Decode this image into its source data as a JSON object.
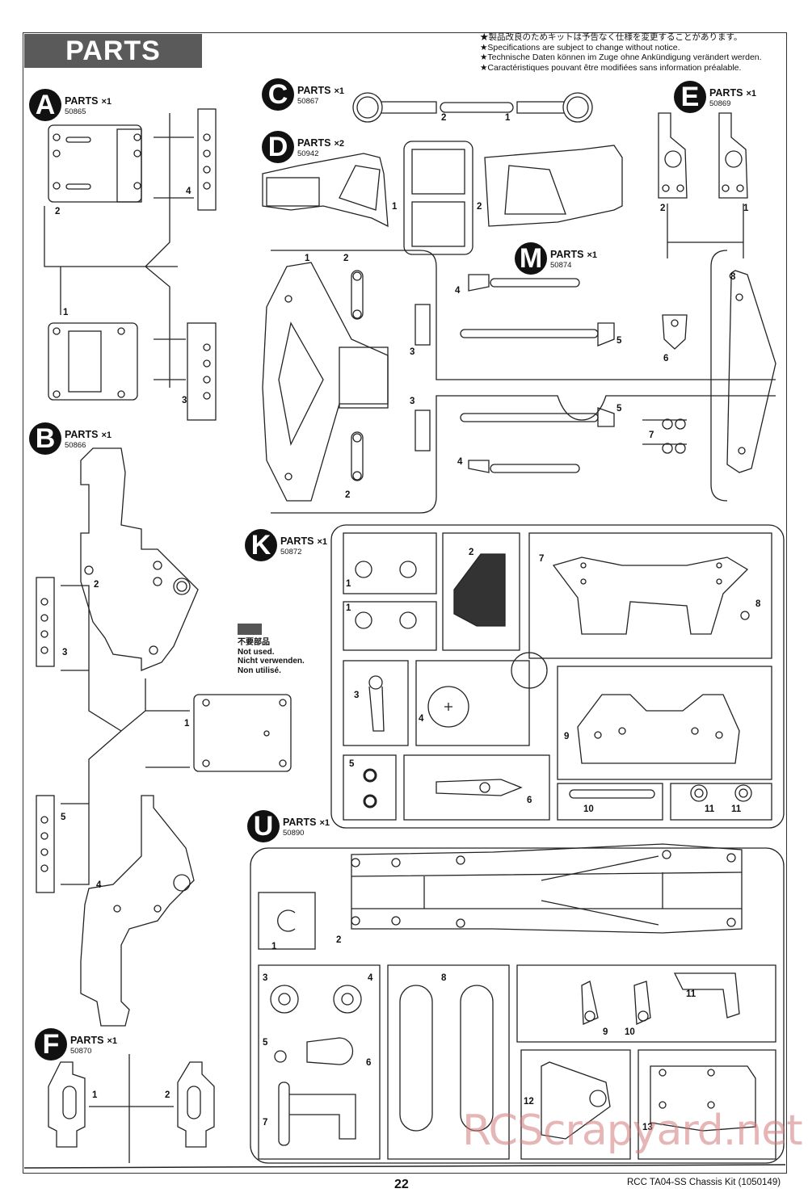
{
  "page": {
    "title": "PARTS",
    "notices": [
      "★製品改良のためキットは予告なく仕様を変更することがあります。",
      "★Specifications are subject to change without notice.",
      "★Technische Daten können im Zuge ohne Ankündigung verändert werden.",
      "★Caractéristiques pouvant être modifiées sans information préalable."
    ],
    "not_used_legend": {
      "jp": "不要部品",
      "en": "Not used.",
      "de": "Nicht verwenden.",
      "fr": "Non utilisé."
    },
    "page_number": "22",
    "kit_name": "RCC TA04-SS Chassis Kit (1050149)",
    "watermark": "RCScrapyard.net"
  },
  "trees": [
    {
      "letter": "A",
      "parts_label": "PARTS",
      "qty": "×1",
      "code": "50865",
      "numbers": [
        "2",
        "4",
        "1",
        "3"
      ]
    },
    {
      "letter": "B",
      "parts_label": "PARTS",
      "qty": "×1",
      "code": "50866",
      "numbers": [
        "2",
        "3",
        "1",
        "5",
        "4"
      ]
    },
    {
      "letter": "C",
      "parts_label": "PARTS",
      "qty": "×1",
      "code": "50867",
      "numbers": [
        "2",
        "1"
      ]
    },
    {
      "letter": "D",
      "parts_label": "PARTS",
      "qty": "×2",
      "code": "50942",
      "numbers": [
        "1",
        "2"
      ]
    },
    {
      "letter": "E",
      "parts_label": "PARTS",
      "qty": "×1",
      "code": "50869",
      "numbers": [
        "2",
        "1"
      ]
    },
    {
      "letter": "F",
      "parts_label": "PARTS",
      "qty": "×1",
      "code": "50870",
      "numbers": [
        "1",
        "2"
      ]
    },
    {
      "letter": "K",
      "parts_label": "PARTS",
      "qty": "×1",
      "code": "50872",
      "numbers": [
        "1",
        "1",
        "2",
        "7",
        "8",
        "3",
        "4",
        "9",
        "5",
        "6",
        "10",
        "11",
        "11"
      ]
    },
    {
      "letter": "M",
      "parts_label": "PARTS",
      "qty": "×1",
      "code": "50874",
      "numbers": [
        "1",
        "2",
        "3",
        "3",
        "2",
        "4",
        "5",
        "6",
        "5",
        "7",
        "4",
        "8"
      ]
    },
    {
      "letter": "U",
      "parts_label": "PARTS",
      "qty": "×1",
      "code": "50890",
      "numbers": [
        "1",
        "2",
        "3",
        "4",
        "8",
        "5",
        "6",
        "7",
        "9",
        "10",
        "11",
        "12",
        "13"
      ]
    }
  ]
}
